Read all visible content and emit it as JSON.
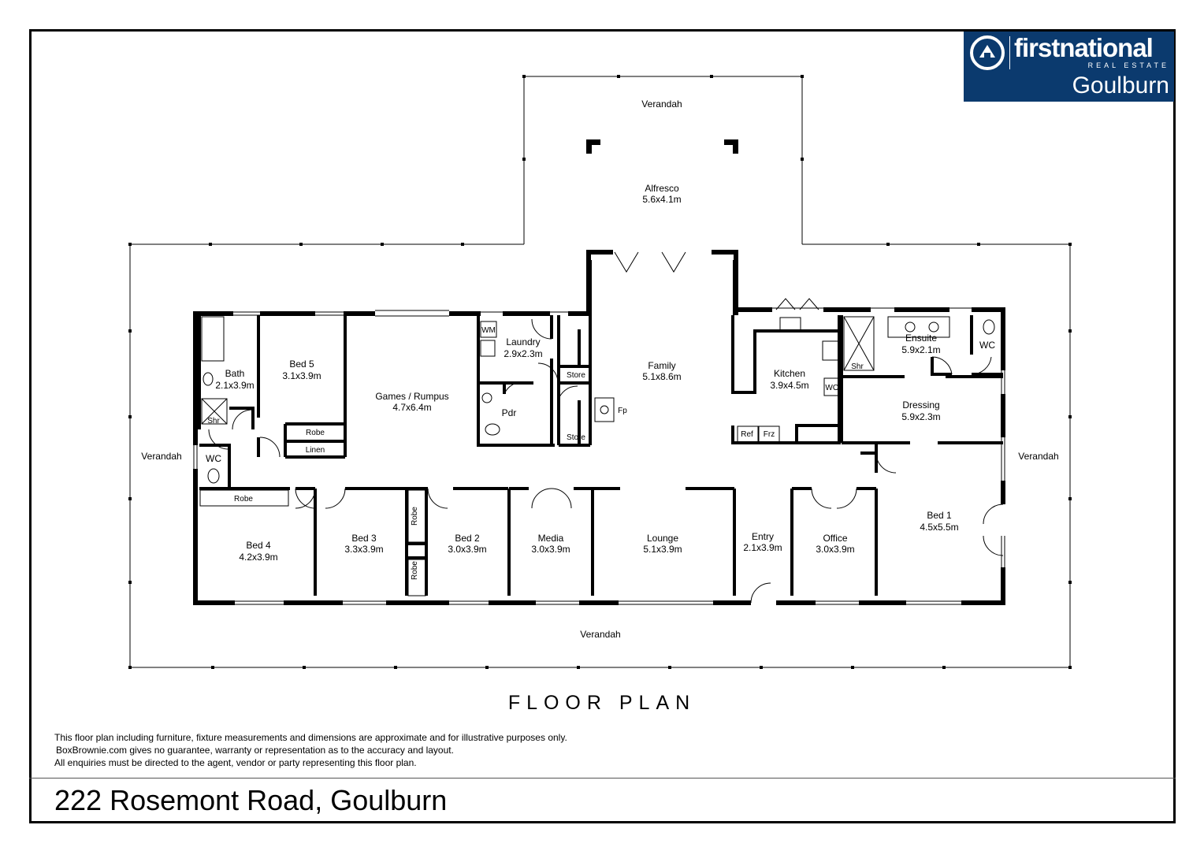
{
  "brand": {
    "name": "firstnational",
    "subtitle": "REAL ESTATE",
    "office": "Goulburn",
    "color": "#0b3a6e"
  },
  "rooms": [
    {
      "key": "verandah_top",
      "name": "Verandah"
    },
    {
      "key": "alfresco",
      "name": "Alfresco",
      "size": "5.6x4.1m"
    },
    {
      "key": "family",
      "name": "Family",
      "size": "5.1x8.6m"
    },
    {
      "key": "kitchen",
      "name": "Kitchen",
      "size": "3.9x4.5m"
    },
    {
      "key": "laundry",
      "name": "Laundry",
      "size": "2.9x2.3m"
    },
    {
      "key": "games",
      "name": "Games / Rumpus",
      "size": "4.7x6.4m"
    },
    {
      "key": "bed5",
      "name": "Bed 5",
      "size": "3.1x3.9m"
    },
    {
      "key": "bath",
      "name": "Bath",
      "size": "2.1x3.9m"
    },
    {
      "key": "ensuite",
      "name": "Ensuite",
      "size": "5.9x2.1m"
    },
    {
      "key": "dressing",
      "name": "Dressing",
      "size": "5.9x2.3m"
    },
    {
      "key": "bed1",
      "name": "Bed 1",
      "size": "4.5x5.5m"
    },
    {
      "key": "office",
      "name": "Office",
      "size": "3.0x3.9m"
    },
    {
      "key": "entry",
      "name": "Entry",
      "size": "2.1x3.9m"
    },
    {
      "key": "lounge",
      "name": "Lounge",
      "size": "5.1x3.9m"
    },
    {
      "key": "media",
      "name": "Media",
      "size": "3.0x3.9m"
    },
    {
      "key": "bed2",
      "name": "Bed 2",
      "size": "3.0x3.9m"
    },
    {
      "key": "bed3",
      "name": "Bed 3",
      "size": "3.3x3.9m"
    },
    {
      "key": "bed4",
      "name": "Bed 4",
      "size": "4.2x3.9m"
    },
    {
      "key": "pdr",
      "name": "Pdr"
    },
    {
      "key": "wc_left",
      "name": "WC"
    },
    {
      "key": "wc_right",
      "name": "WC"
    },
    {
      "key": "verandah_left",
      "name": "Verandah"
    },
    {
      "key": "verandah_right",
      "name": "Verandah"
    },
    {
      "key": "verandah_bottom",
      "name": "Verandah"
    }
  ],
  "fixtures": {
    "wm": "WM",
    "store": "Store",
    "fp": "Fp",
    "wo": "WO",
    "ref": "Ref",
    "frz": "Frz",
    "shr": "Shr",
    "robe": "Robe",
    "linen": "Linen"
  },
  "plan_title": "FLOOR PLAN",
  "disclaimer": [
    "This floor plan including furniture, fixture measurements and dimensions are approximate and for illustrative purposes only.",
    "BoxBrownie.com gives no guarantee, warranty or representation as to the accuracy and layout.",
    "All enquiries must be directed to the agent, vendor or party representing this floor plan."
  ],
  "address": "222 Rosemont Road, Goulburn"
}
